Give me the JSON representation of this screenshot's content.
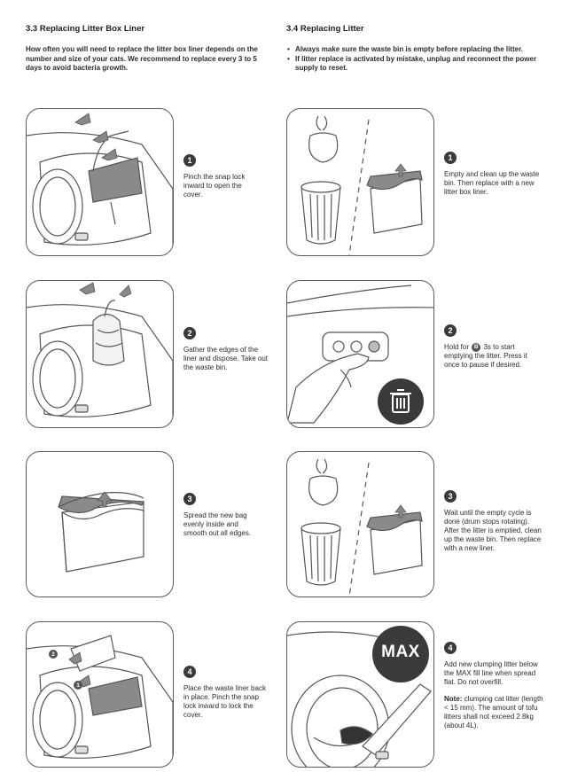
{
  "left": {
    "title": "3.3 Replacing Litter Box Liner",
    "intro": "How often you will need to replace the litter box liner depends on the number and size of your cats. We recommend to replace every 3 to 5 days to avoid bacteria growth.",
    "steps": [
      {
        "num": "1",
        "text": "Pinch the snap lock inward to open the cover."
      },
      {
        "num": "2",
        "text": "Gather the edges of the liner and dispose. Take out the waste bin."
      },
      {
        "num": "3",
        "text": "Spread the new bag evenly inside and smooth out all edges."
      },
      {
        "num": "4",
        "text": "Place the waste liner back in place. Pinch the snap lock inward to lock the cover."
      }
    ],
    "callouts": {
      "one": "1",
      "two": "2"
    }
  },
  "right": {
    "title": "3.4 Replacing Litter",
    "bullets": [
      "Always make sure the waste bin is empty before replacing the litter.",
      "If litter replace is activated by mistake, unplug and reconnect the power supply to reset."
    ],
    "steps": [
      {
        "num": "1",
        "text": "Empty and clean up the waste bin. Then replace with a new litter box liner."
      },
      {
        "num": "2",
        "text_before": "Hold for",
        "icon_label": "B",
        "text_after": "3s to start emptying the litter. Press it once to pause if desired."
      },
      {
        "num": "3",
        "text": "Wait until the empty cycle is done (drum stops rotating). After the litter is emptied, clean up the waste bin. Then replace with a new liner."
      },
      {
        "num": "4",
        "text": "Add new clumping litter below the MAX fill line when spread flat. Do not overfill.",
        "note_label": "Note:",
        "note_text": "clumping cat litter (length < 15 mm). The amount of tofu litters shall not exceed 2.8kg (about 4L)."
      }
    ],
    "max_label": "MAX"
  }
}
